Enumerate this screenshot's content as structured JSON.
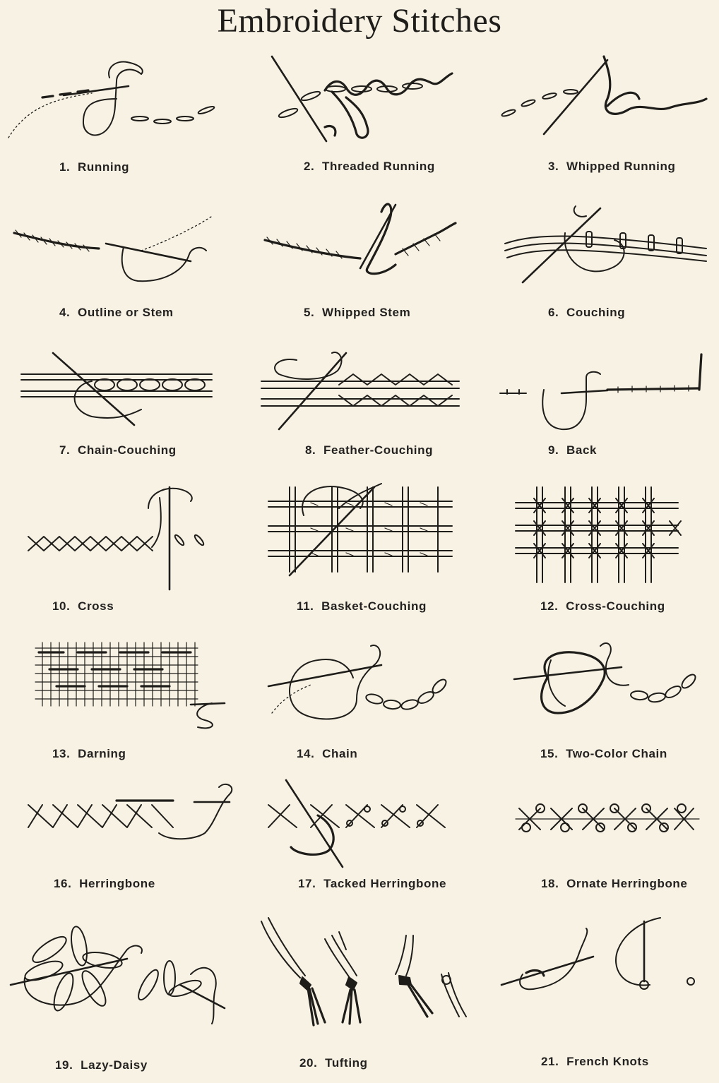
{
  "page": {
    "title": "Embroidery Stitches"
  },
  "stitches": [
    {
      "num": "1.",
      "name": "Running"
    },
    {
      "num": "2.",
      "name": "Threaded Running"
    },
    {
      "num": "3.",
      "name": "Whipped Running"
    },
    {
      "num": "4.",
      "name": "Outline or Stem"
    },
    {
      "num": "5.",
      "name": "Whipped Stem"
    },
    {
      "num": "6.",
      "name": "Couching"
    },
    {
      "num": "7.",
      "name": "Chain-Couching"
    },
    {
      "num": "8.",
      "name": "Feather-Couching"
    },
    {
      "num": "9.",
      "name": "Back"
    },
    {
      "num": "10.",
      "name": "Cross"
    },
    {
      "num": "11.",
      "name": "Basket-Couching"
    },
    {
      "num": "12.",
      "name": "Cross-Couching"
    },
    {
      "num": "13.",
      "name": "Darning"
    },
    {
      "num": "14.",
      "name": "Chain"
    },
    {
      "num": "15.",
      "name": "Two-Color Chain"
    },
    {
      "num": "16.",
      "name": "Herringbone"
    },
    {
      "num": "17.",
      "name": "Tacked Herringbone"
    },
    {
      "num": "18.",
      "name": "Ornate Herringbone"
    },
    {
      "num": "19.",
      "name": "Lazy-Daisy"
    },
    {
      "num": "20.",
      "name": "Tufting"
    },
    {
      "num": "21.",
      "name": "French Knots"
    }
  ]
}
